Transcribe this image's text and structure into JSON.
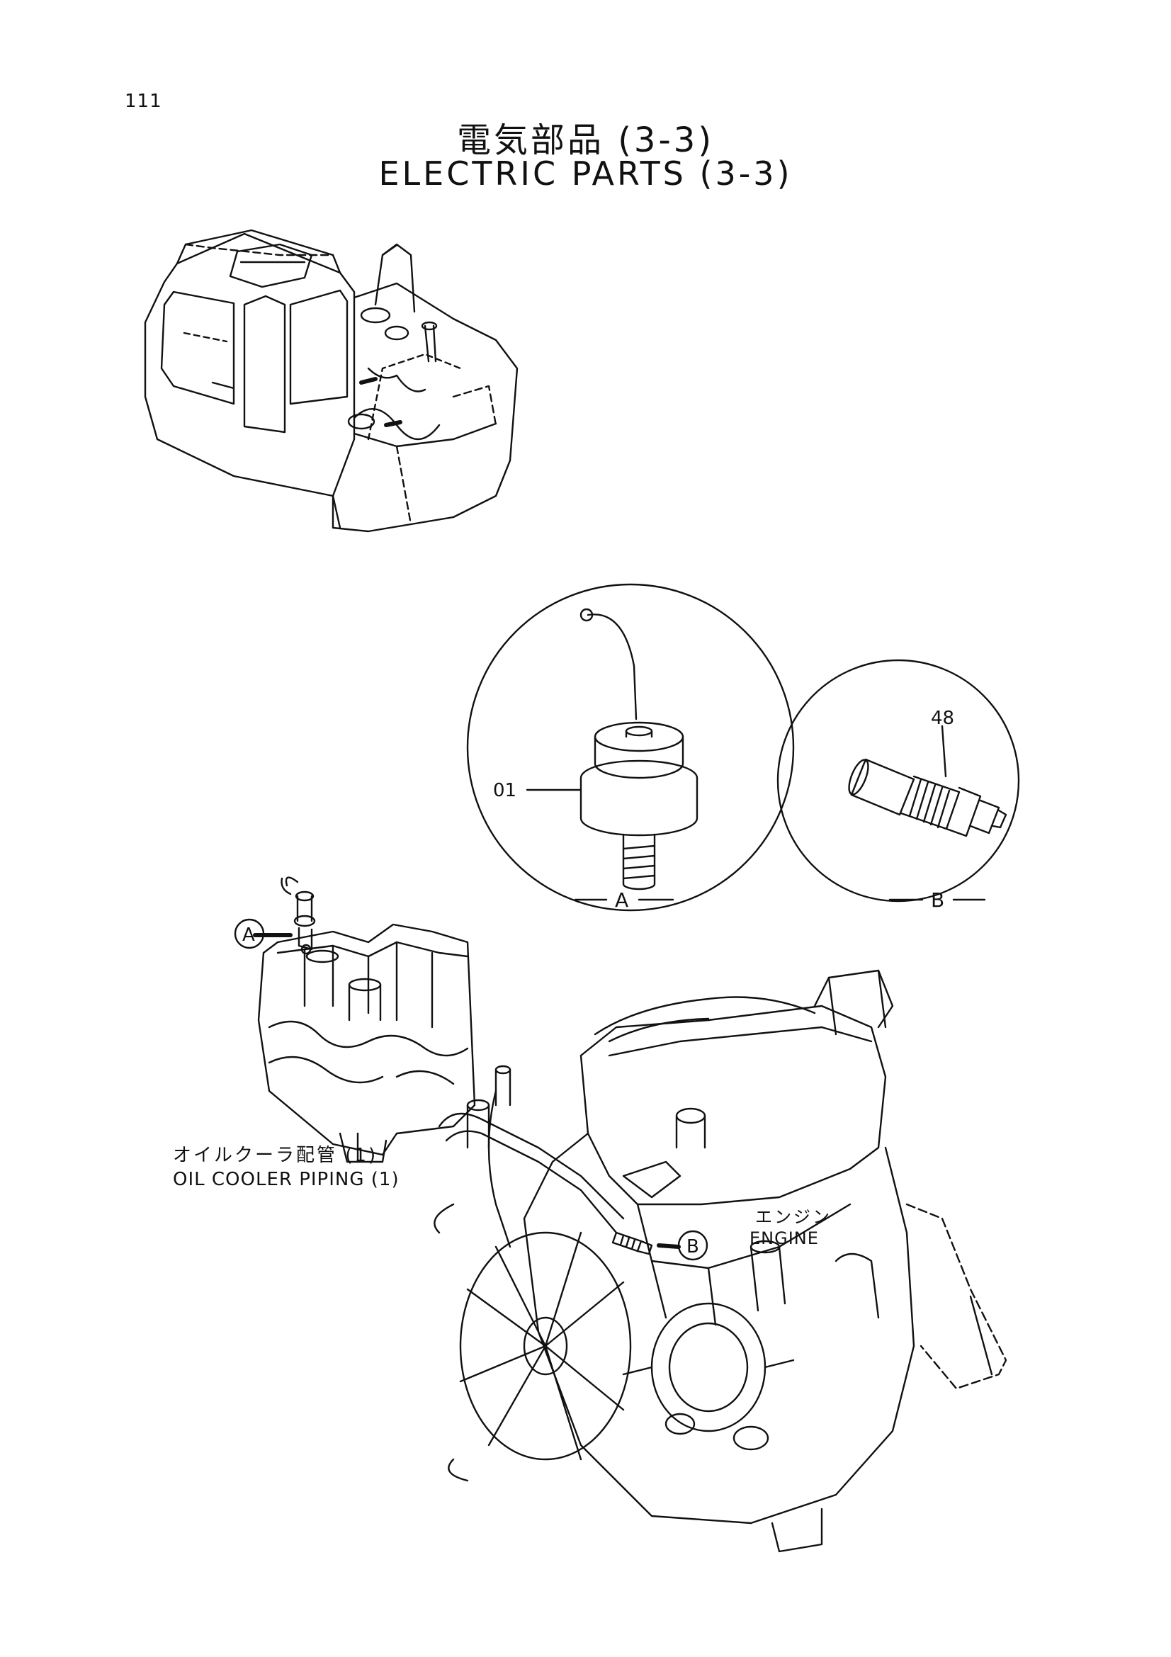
{
  "page_number": "111",
  "title": {
    "japanese": "電気部品 (3-3)",
    "english": "ELECTRIC PARTS (3-3)"
  },
  "detail_views": {
    "A": {
      "letter": "A",
      "part_number": "01"
    },
    "B": {
      "letter": "B",
      "part_number": "48"
    }
  },
  "callouts": {
    "a": "A",
    "b": "B"
  },
  "labels": {
    "oil_cooler_jp": "オイルクーラ配管 (1)",
    "oil_cooler_en": "OIL COOLER PIPING (1)",
    "engine_jp": "エンジン",
    "engine_en": "ENGINE"
  },
  "icons": [
    "excavator-illustration",
    "pressure-switch-illustration",
    "temperature-sensor-illustration",
    "control-valve-illustration",
    "engine-illustration"
  ]
}
